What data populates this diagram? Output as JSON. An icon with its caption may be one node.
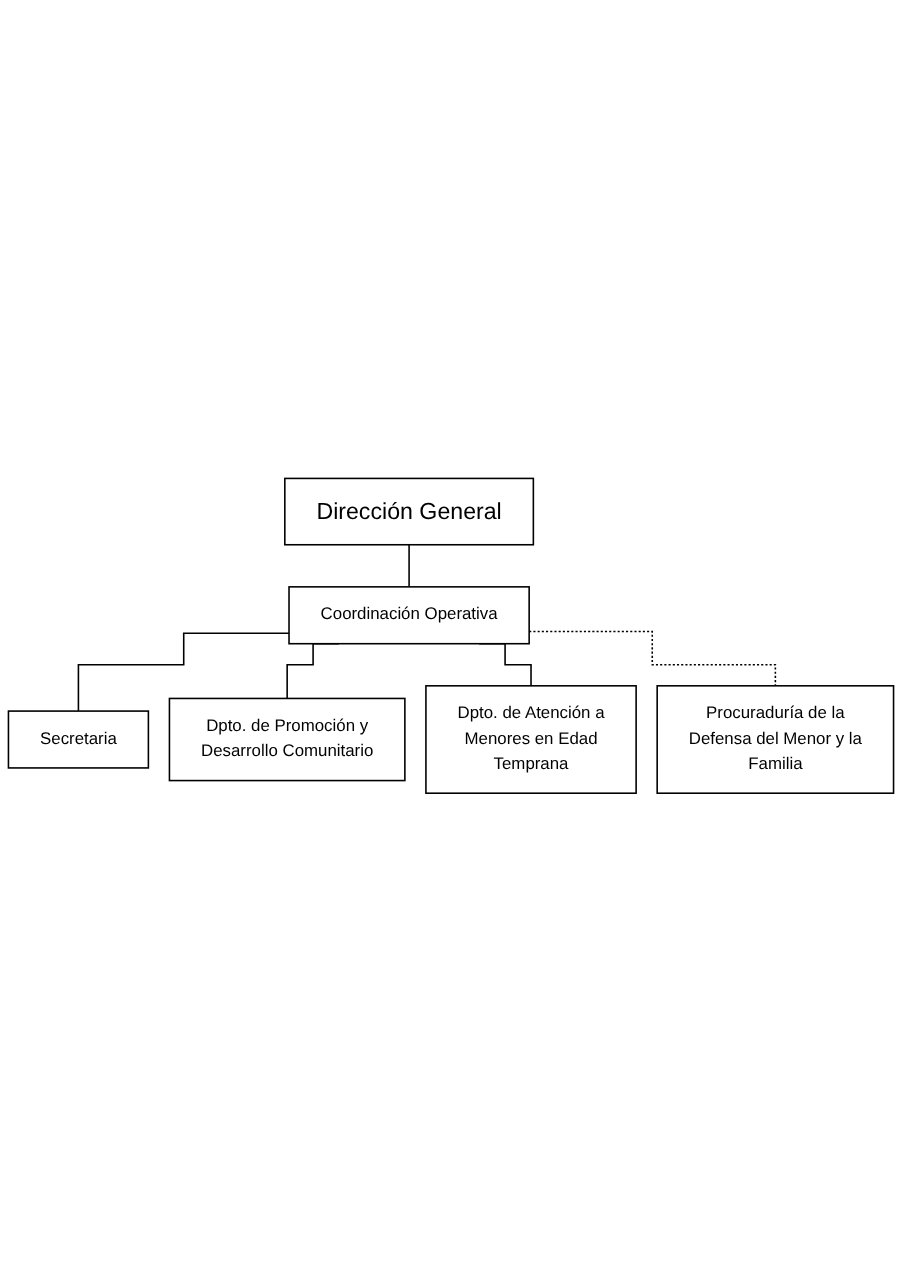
{
  "diagram": {
    "nodes": [
      {
        "text": [
          "Dirección General"
        ]
      },
      {
        "text": [
          "Coordinación Operativa"
        ]
      },
      {
        "text": [
          "Secretaria"
        ]
      },
      {
        "text": [
          "Dpto. de Promoción y Desarrollo Comunitario"
        ]
      },
      {
        "text": [
          "Dpto. de Atención a Menores en Edad Temprana"
        ]
      },
      {
        "text": [
          "Procuraduría de la Defensa del Menor y la Familia"
        ]
      }
    ],
    "edges": [
      {
        "from": 0,
        "to": 1,
        "arrow": "none"
      },
      {
        "from": 1,
        "to": 2,
        "arrow": "none"
      },
      {
        "from": 1,
        "to": 3,
        "arrow": "none"
      },
      {
        "from": 1,
        "to": 4,
        "arrow": "none"
      },
      {
        "from": 1,
        "to": 5,
        "arrow": "none",
        "style": "dashed"
      }
    ]
  }
}
